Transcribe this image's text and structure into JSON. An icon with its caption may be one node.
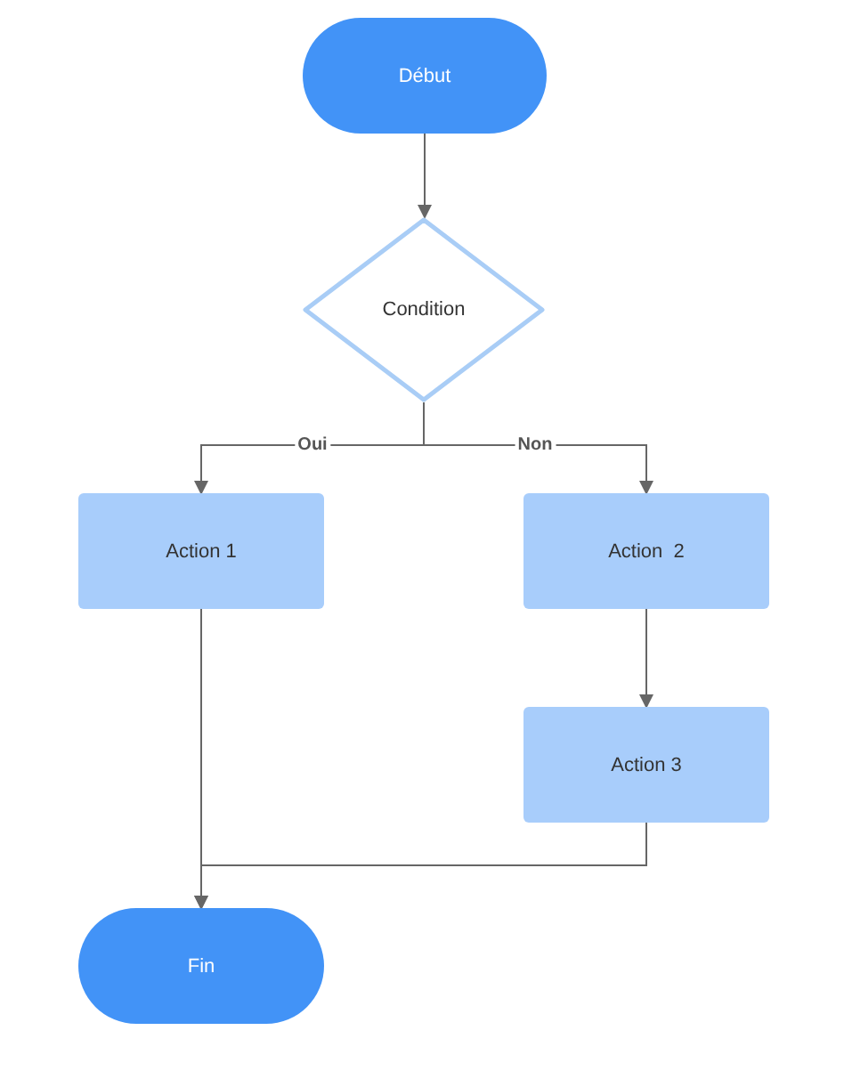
{
  "diagram": {
    "nodes": [
      {
        "text": [
          "Début"
        ]
      },
      {
        "text": [
          "Condition"
        ]
      },
      {
        "text": [
          "Action 1"
        ]
      },
      {
        "text": [
          "Action  2"
        ]
      },
      {
        "text": [
          "Action 3"
        ]
      },
      {
        "text": [
          "Fin"
        ]
      }
    ],
    "edges": [
      {
        "from": 0,
        "to": 1,
        "arrow": "to"
      },
      {
        "from": 1,
        "to": 2,
        "arrow": "to",
        "label": "Oui"
      },
      {
        "from": 1,
        "to": 3,
        "arrow": "to",
        "label": "Non"
      },
      {
        "from": 3,
        "to": 4,
        "arrow": "to"
      },
      {
        "from": 2,
        "to": 5,
        "arrow": "to"
      },
      {
        "from": 4,
        "to": 5,
        "arrow": "to"
      }
    ]
  }
}
